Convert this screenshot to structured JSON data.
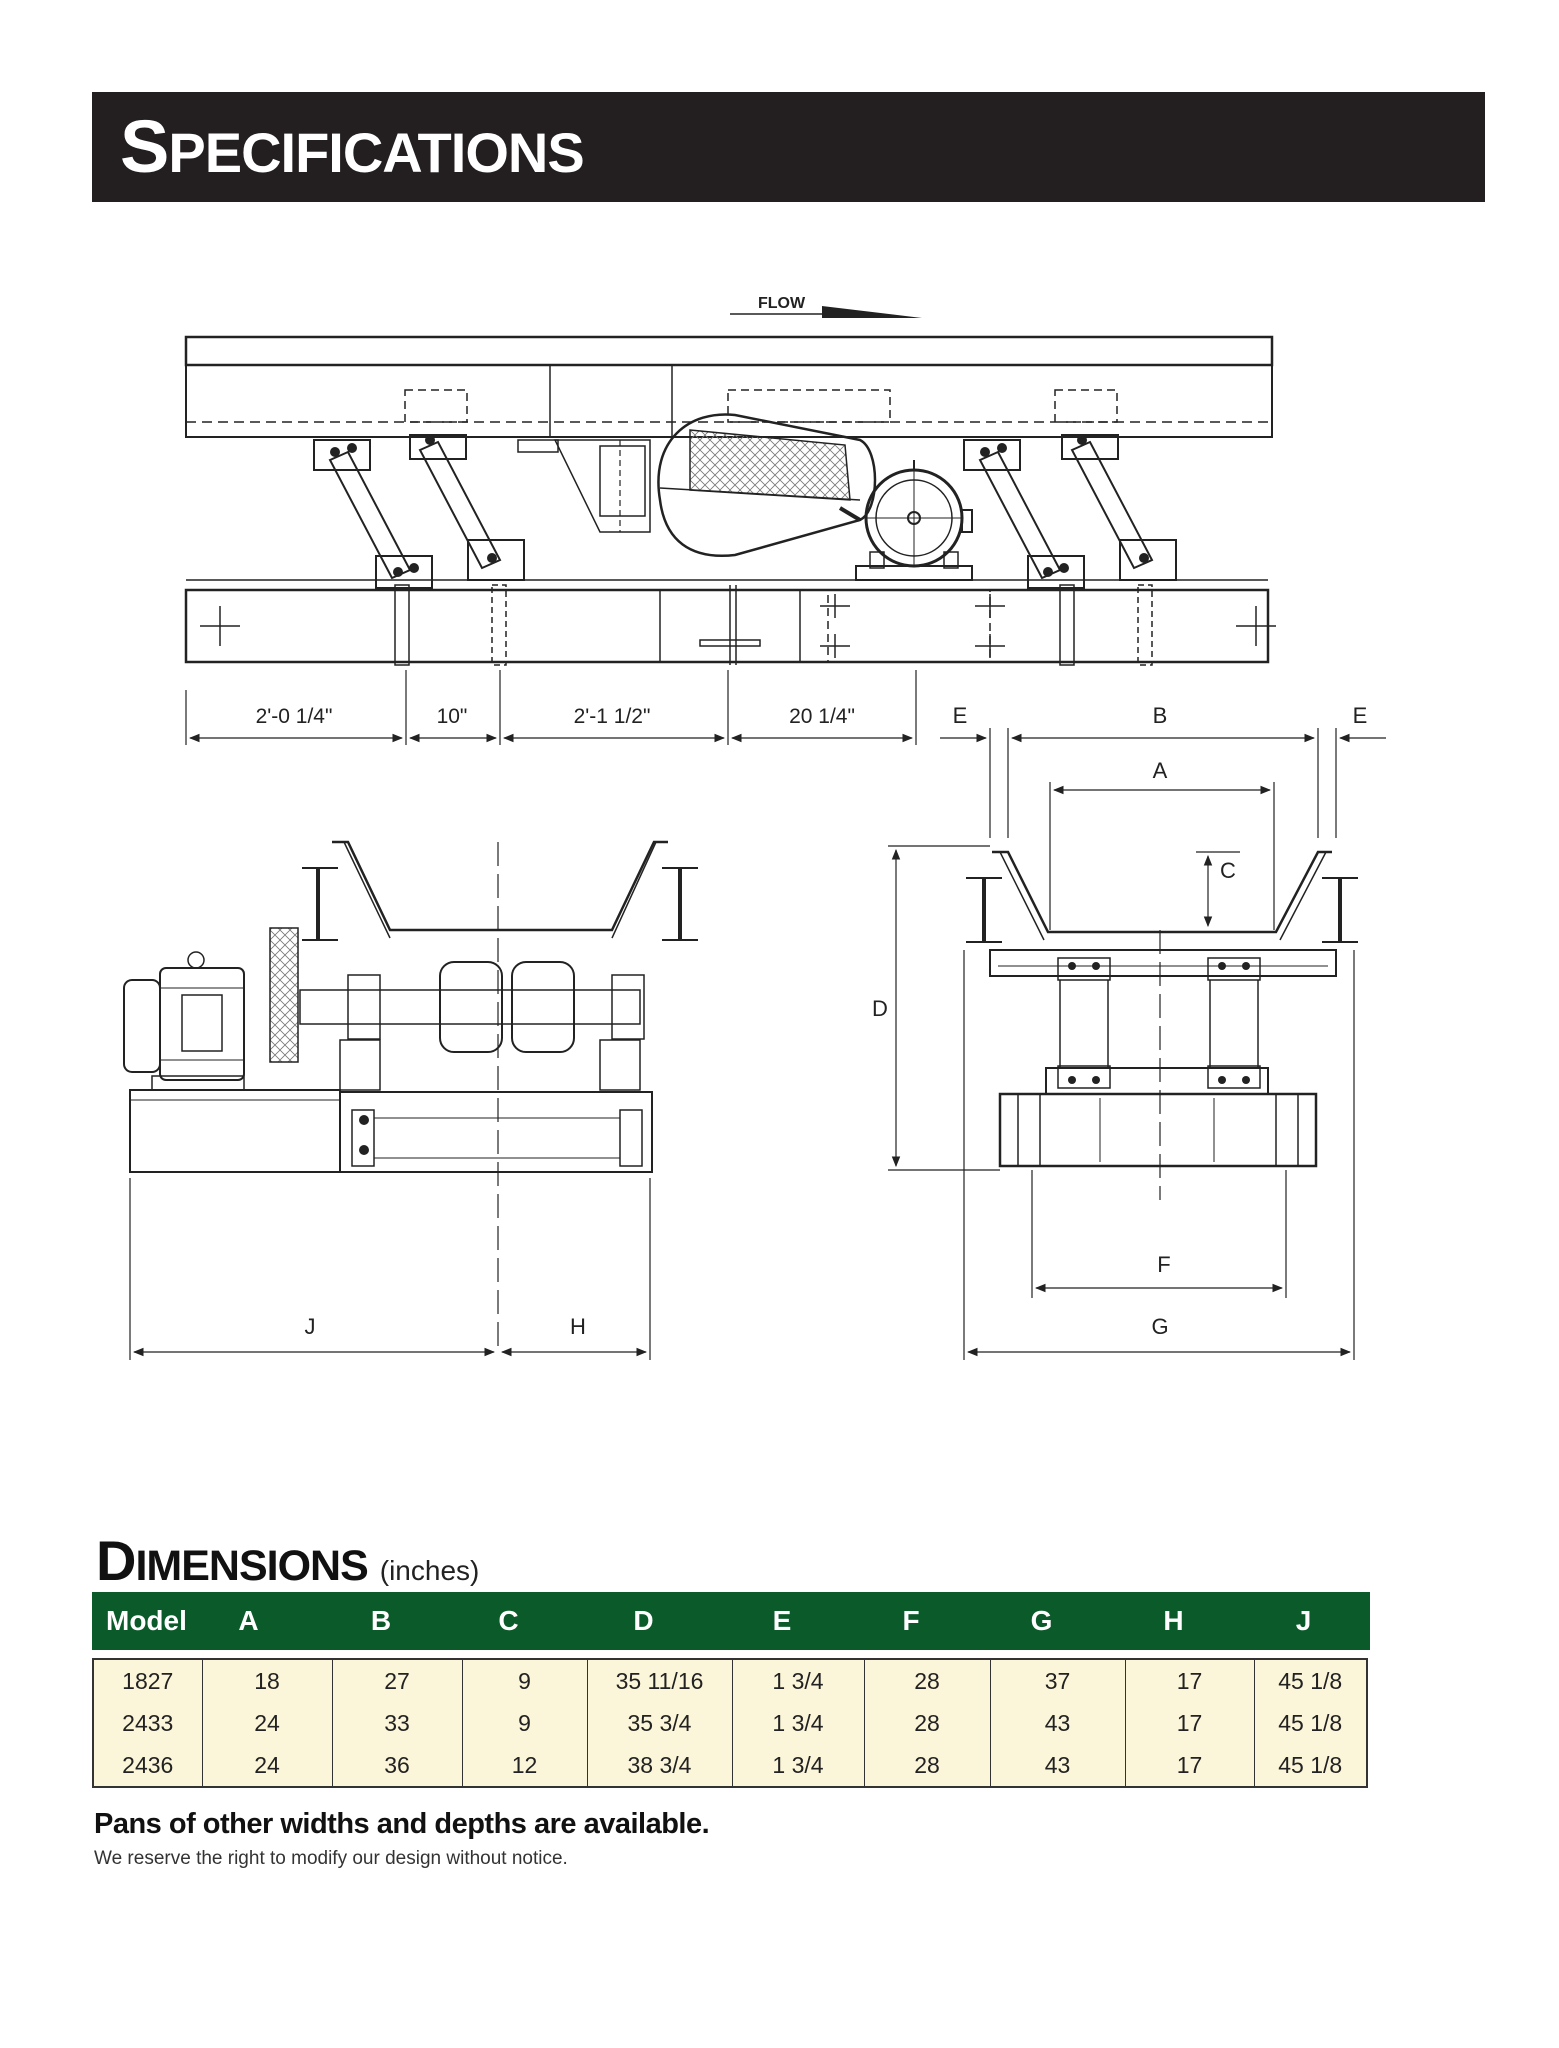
{
  "header": {
    "title_cap": "S",
    "title_rest": "PECIFICATIONS"
  },
  "drawing": {
    "flow_label": "FLOW",
    "dims_side": [
      "2'-0 1/4\"",
      "10\"",
      "2'-1 1/2\"",
      "20 1/4\""
    ],
    "letters": {
      "A": "A",
      "B": "B",
      "C": "C",
      "D": "D",
      "E": "E",
      "F": "F",
      "G": "G",
      "H": "H",
      "J": "J"
    }
  },
  "dimensions": {
    "title_cap": "D",
    "title_rest": "IMENSIONS",
    "unit": "(inches)",
    "columns": [
      "Model",
      "A",
      "B",
      "C",
      "D",
      "E",
      "F",
      "G",
      "H",
      "J"
    ],
    "rows": [
      [
        "1827",
        "18",
        "27",
        "9",
        "35 11/16",
        "1 3/4",
        "28",
        "37",
        "17",
        "45 1/8"
      ],
      [
        "2433",
        "24",
        "33",
        "9",
        "35 3/4",
        "1 3/4",
        "28",
        "43",
        "17",
        "45 1/8"
      ],
      [
        "2436",
        "24",
        "36",
        "12",
        "38 3/4",
        "1 3/4",
        "28",
        "43",
        "17",
        "45 1/8"
      ]
    ]
  },
  "notes": {
    "bold": "Pans of other widths and depths are available.",
    "small": "We reserve the right to modify our design without notice."
  }
}
